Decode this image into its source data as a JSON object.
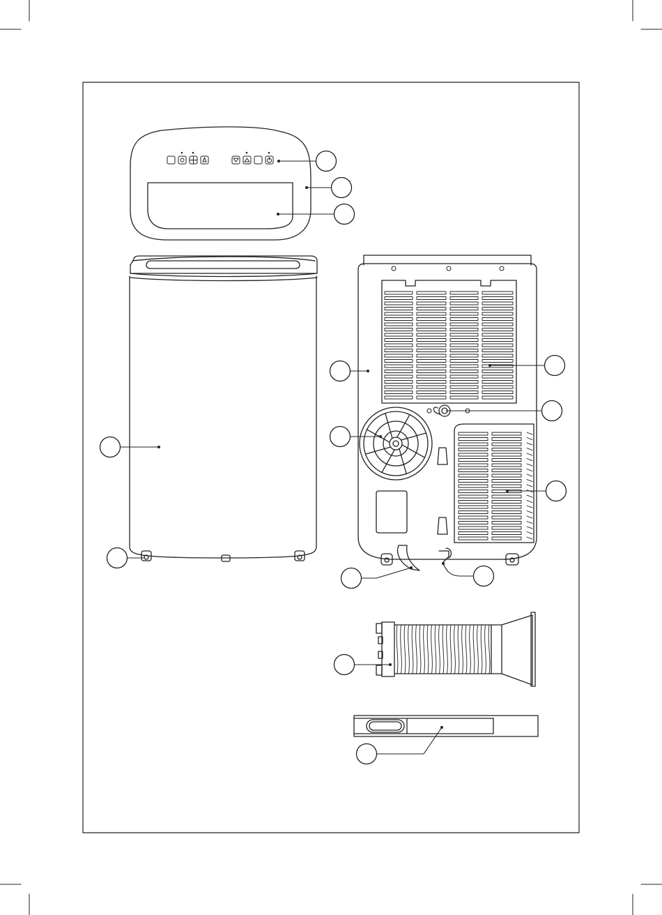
{
  "colors": {
    "line": "#231f20",
    "paper": "#ffffff"
  },
  "callouts": [
    {
      "id": "control-panel",
      "label": ""
    },
    {
      "id": "top-cover",
      "label": ""
    },
    {
      "id": "display-window",
      "label": ""
    },
    {
      "id": "front-panel",
      "label": ""
    },
    {
      "id": "caster-wheel",
      "label": ""
    },
    {
      "id": "back-panel",
      "label": ""
    },
    {
      "id": "upper-air-filter-grille",
      "label": ""
    },
    {
      "id": "drain-outlet",
      "label": ""
    },
    {
      "id": "exhaust-air-outlet",
      "label": ""
    },
    {
      "id": "lower-air-filter-grille",
      "label": ""
    },
    {
      "id": "power-cord",
      "label": ""
    },
    {
      "id": "drain-hose",
      "label": ""
    },
    {
      "id": "exhaust-hose",
      "label": ""
    },
    {
      "id": "window-slider-kit",
      "label": ""
    }
  ]
}
